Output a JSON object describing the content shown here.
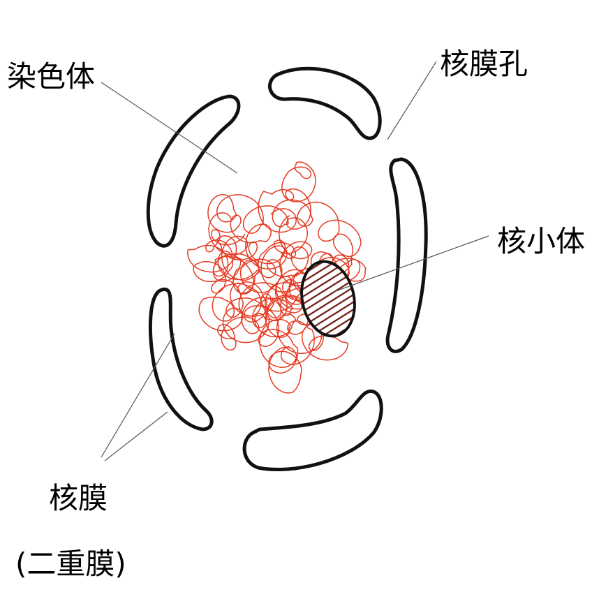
{
  "labels": {
    "chromosome": "染色体",
    "nuclear_pore": "核膜孔",
    "nucleolus": "核小体",
    "nuclear_envelope": "核膜",
    "nuclear_envelope_note": "(二重膜)"
  },
  "colors": {
    "background": "#ffffff",
    "membrane": "#111111",
    "chromatin": "#e53a22",
    "nucleolus_outline": "#111111",
    "nucleolus_hatch": "#6b1c12",
    "leader": "#555555"
  }
}
